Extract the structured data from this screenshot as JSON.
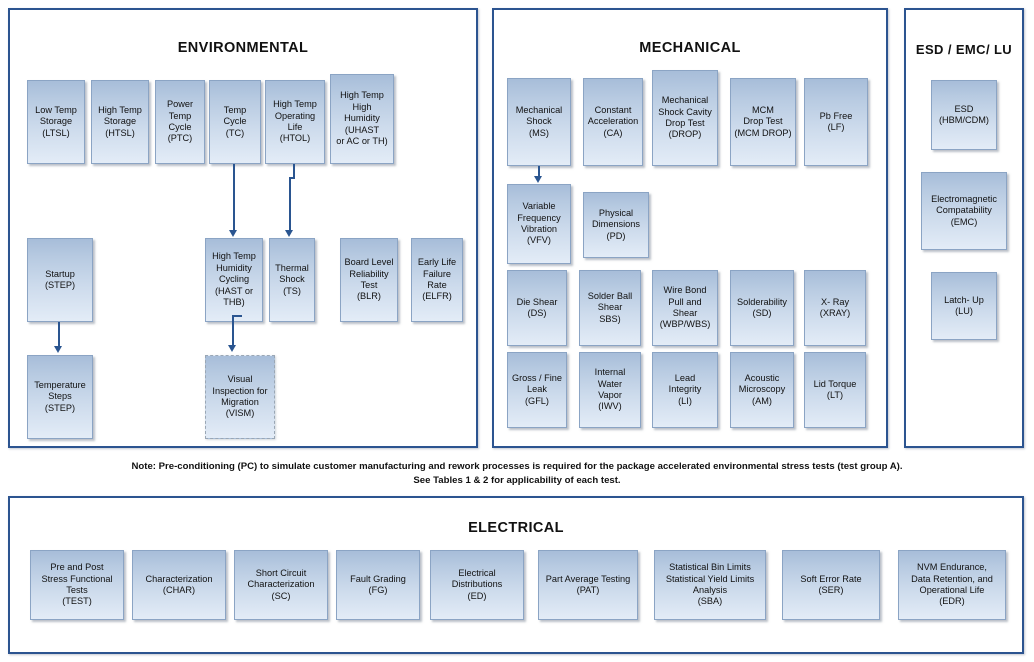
{
  "panels": {
    "environmental": {
      "title": "ENVIRONMENTAL",
      "boxes": [
        {
          "id": "ltsl",
          "label": "Low Temp\nStorage\n(LTSL)"
        },
        {
          "id": "htsl",
          "label": "High Temp\nStorage\n(HTSL)"
        },
        {
          "id": "ptc",
          "label": "Power\nTemp\nCycle\n(PTC)"
        },
        {
          "id": "tc",
          "label": "Temp\nCycle\n(TC)"
        },
        {
          "id": "htol",
          "label": "High Temp\nOperating\nLife\n(HTOL)"
        },
        {
          "id": "uhast",
          "label": "High Temp\nHigh\nHumidity\n(UHAST\nor AC or TH)"
        },
        {
          "id": "startup",
          "label": "Startup\n(STEP)"
        },
        {
          "id": "hast",
          "label": "High Temp\nHumidity\nCycling\n(HAST or\nTHB)"
        },
        {
          "id": "ts",
          "label": "Thermal\nShock\n(TS)"
        },
        {
          "id": "blr",
          "label": "Board Level\nReliability\nTest\n(BLR)"
        },
        {
          "id": "elfr",
          "label": "Early Life\nFailure\nRate\n(ELFR)"
        },
        {
          "id": "step2",
          "label": "Temperature\nSteps\n(STEP)"
        },
        {
          "id": "vism",
          "label": "Visual\nInspection for\nMigration\n(VISM)"
        }
      ]
    },
    "mechanical": {
      "title": "MECHANICAL",
      "boxes": [
        {
          "id": "ms",
          "label": "Mechanical\nShock\n(MS)"
        },
        {
          "id": "ca",
          "label": "Constant\nAcceleration\n(CA)"
        },
        {
          "id": "drop",
          "label": "Mechanical\nShock Cavity\nDrop Test\n(DROP)"
        },
        {
          "id": "mcmdrop",
          "label": "MCM\nDrop Test\n(MCM DROP)"
        },
        {
          "id": "lf",
          "label": "Pb Free\n(LF)"
        },
        {
          "id": "vfv",
          "label": "Variable\nFrequency\nVibration\n(VFV)"
        },
        {
          "id": "pd",
          "label": "Physical\nDimensions\n(PD)"
        },
        {
          "id": "ds",
          "label": "Die Shear\n(DS)"
        },
        {
          "id": "sbs",
          "label": "Solder Ball\nShear\nSBS)"
        },
        {
          "id": "wbp",
          "label": "Wire Bond\nPull and\nShear\n(WBP/WBS)"
        },
        {
          "id": "sd",
          "label": "Solderability\n(SD)"
        },
        {
          "id": "xray",
          "label": "X- Ray\n(XRAY)"
        },
        {
          "id": "gfl",
          "label": "Gross / Fine\nLeak\n(GFL)"
        },
        {
          "id": "iwv",
          "label": "Internal\nWater\nVapor\n(IWV)"
        },
        {
          "id": "li",
          "label": "Lead\nIntegrity\n(LI)"
        },
        {
          "id": "am",
          "label": "Acoustic\nMicroscopy\n(AM)"
        },
        {
          "id": "lt",
          "label": "Lid Torque\n(LT)"
        }
      ]
    },
    "esd": {
      "title": "ESD / EMC/ LU",
      "boxes": [
        {
          "id": "esd",
          "label": "ESD\n(HBM/CDM)"
        },
        {
          "id": "emc",
          "label": "Electromagnetic\nCompatability\n(EMC)"
        },
        {
          "id": "lu",
          "label": "Latch- Up\n(LU)"
        }
      ]
    },
    "electrical": {
      "title": "ELECTRICAL",
      "boxes": [
        {
          "id": "test",
          "label": "Pre and Post\nStress Functional\nTests\n(TEST)"
        },
        {
          "id": "char",
          "label": "Characterization\n(CHAR)"
        },
        {
          "id": "sc",
          "label": "Short Circuit\nCharacterization\n(SC)"
        },
        {
          "id": "fg",
          "label": "Fault Grading\n(FG)"
        },
        {
          "id": "ed",
          "label": "Electrical\nDistributions\n(ED)"
        },
        {
          "id": "pat",
          "label": "Part Average Testing\n(PAT)"
        },
        {
          "id": "sba",
          "label": "Statistical Bin Limits\nStatistical Yield Limits\nAnalysis\n(SBA)"
        },
        {
          "id": "ser",
          "label": "Soft Error Rate\n(SER)"
        },
        {
          "id": "edr",
          "label": "NVM Endurance,\nData Retention, and\nOperational Life\n(EDR)"
        }
      ]
    }
  },
  "note": {
    "line1": "Note:  Pre-conditioning (PC) to simulate customer manufacturing and rework processes is required for the package accelerated environmental stress tests (test group A).",
    "line2": "See Tables 1 & 2 for applicability of each test."
  },
  "colors": {
    "panel_border": "#2c5490",
    "box_fill_top": "#a7bdd9",
    "box_fill_bottom": "#e3ecf7",
    "arrow": "#2a5590",
    "text": "#111111"
  }
}
